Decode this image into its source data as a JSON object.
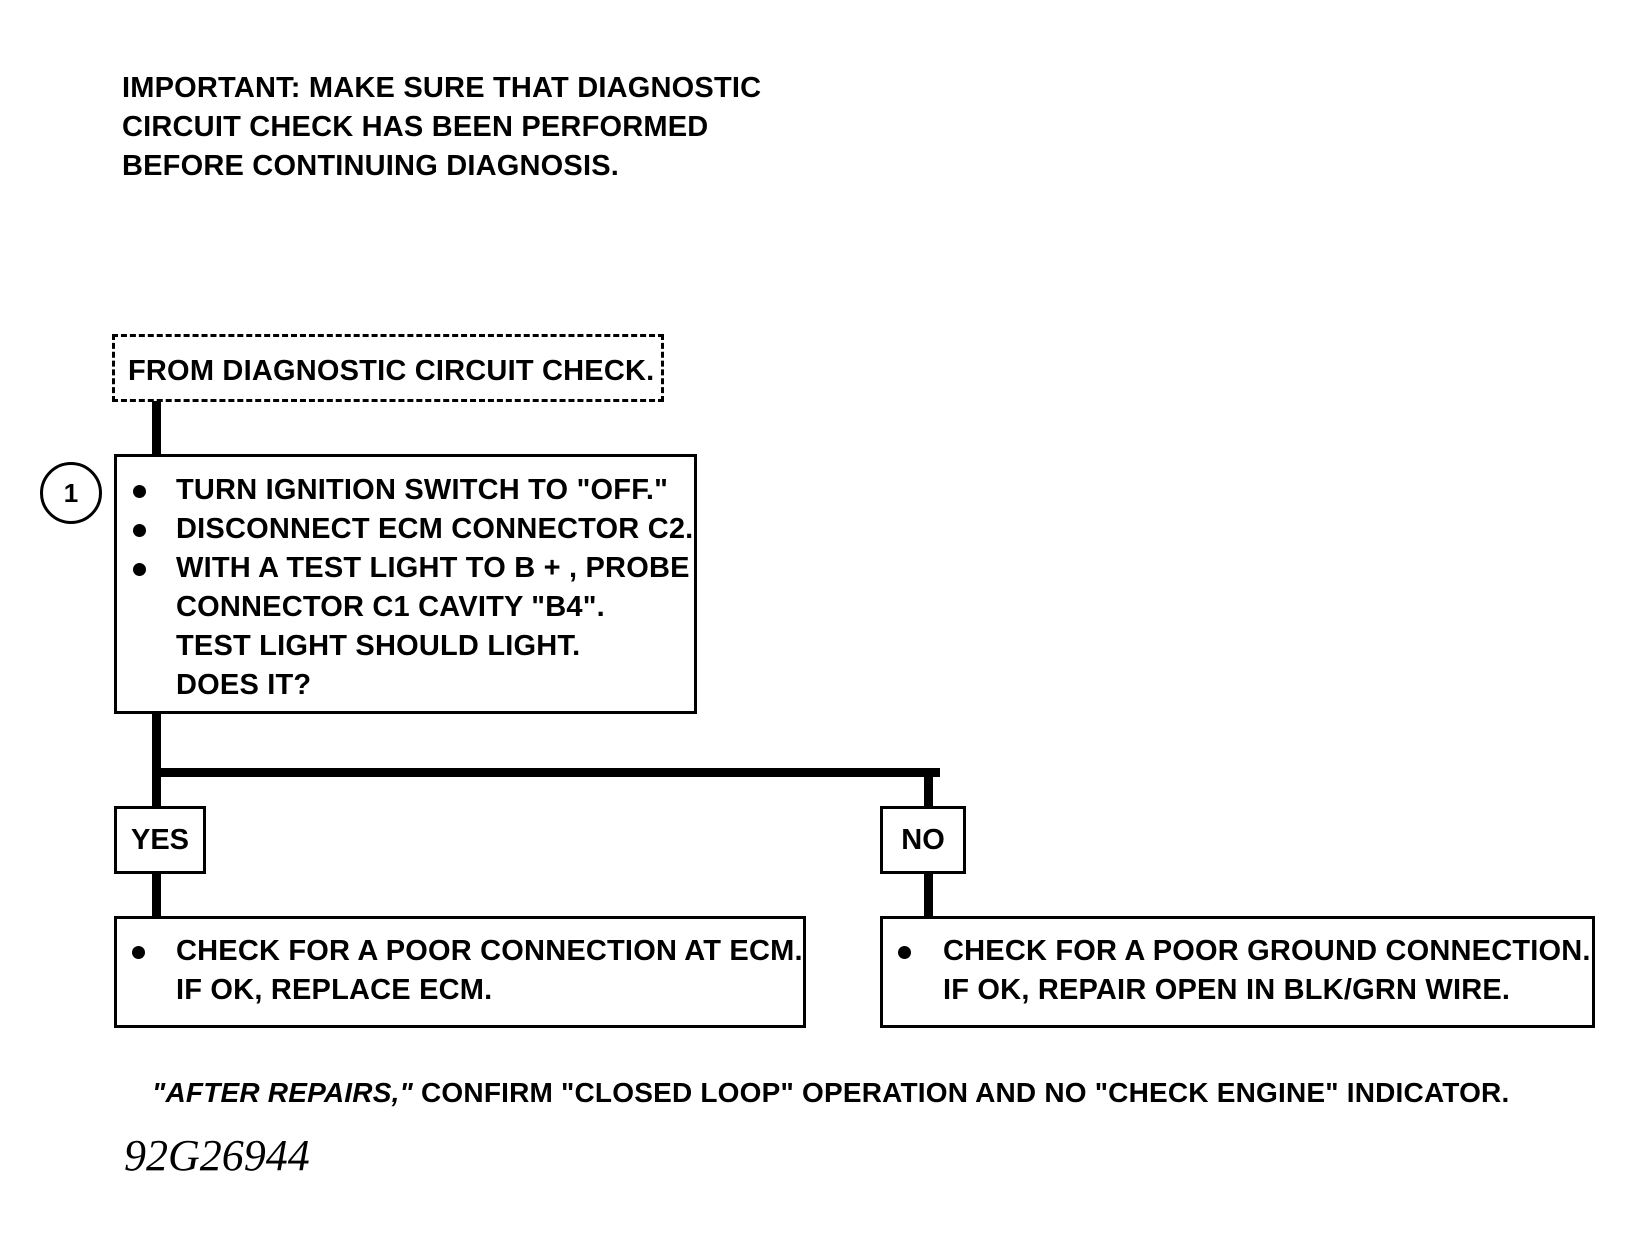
{
  "important": {
    "lines": [
      "IMPORTANT:  MAKE SURE THAT DIAGNOSTIC",
      "CIRCUIT CHECK HAS BEEN PERFORMED",
      "BEFORE CONTINUING DIAGNOSIS."
    ]
  },
  "start": {
    "label": "FROM DIAGNOSTIC CIRCUIT CHECK."
  },
  "step1": {
    "number": "1",
    "lines": [
      "TURN IGNITION SWITCH TO \"OFF.\"",
      "DISCONNECT ECM CONNECTOR C2.",
      "WITH A TEST LIGHT TO B + , PROBE",
      "CONNECTOR C1 CAVITY \"B4\".",
      "TEST LIGHT SHOULD LIGHT.",
      "DOES IT?"
    ]
  },
  "yes": {
    "label": "YES",
    "lines": [
      "CHECK FOR A POOR CONNECTION AT ECM.",
      "IF OK, REPLACE ECM."
    ]
  },
  "no": {
    "label": "NO",
    "lines": [
      "CHECK FOR A POOR GROUND CONNECTION.",
      "IF OK, REPAIR OPEN IN BLK/GRN WIRE."
    ]
  },
  "footer": {
    "emphasis": "\"AFTER REPAIRS,\"",
    "text": " CONFIRM \"CLOSED LOOP\" OPERATION AND NO \"CHECK ENGINE\" INDICATOR."
  },
  "figure_id": "92G26944"
}
